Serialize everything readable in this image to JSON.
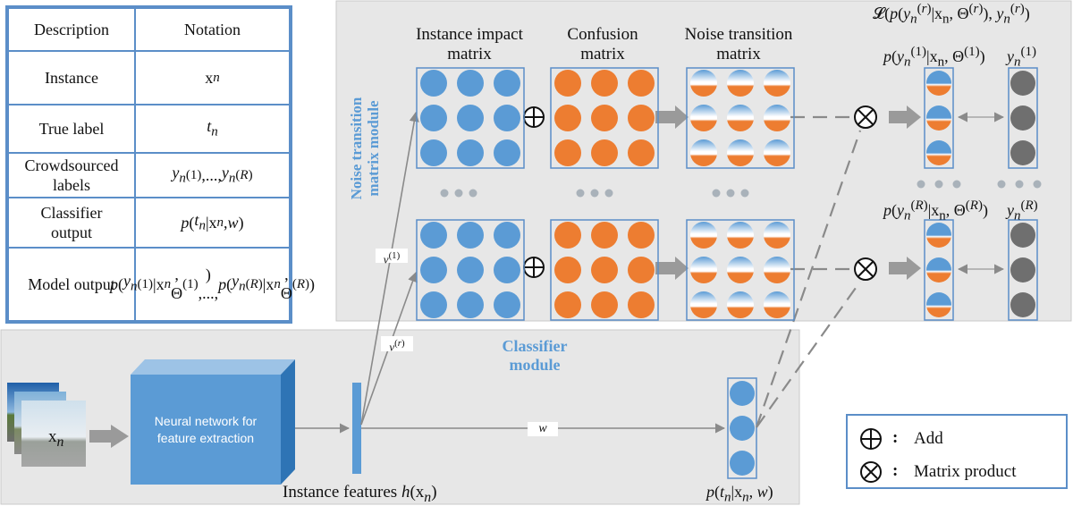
{
  "table": {
    "header": [
      "Description",
      "Notation"
    ],
    "rows": [
      {
        "description": "Instance",
        "notation_html": "x<sub><i>n</i></sub>"
      },
      {
        "description": "True label",
        "notation_html": "<i>t<sub>n</sub></i>"
      },
      {
        "description": "Crowdsourced labels",
        "notation_html": "<i>y<sub>n</sub></i><sup>(1)</sup>,..., <i>y<sub>n</sub></i><sup>(<i>R</i>)</sup>"
      },
      {
        "description": "Classifier output",
        "notation_html": "<i>p</i>(<i>t<sub>n</sub></i>|x<sub><i>n</i></sub>, <i>w</i>)"
      },
      {
        "description": "Model output",
        "notation_html": "<i>p</i>(<i>y<sub>n</sub></i><sup>(1)</sup>|x<sub><i>n</i></sub>, Θ<sup>(1)</sup>)<br>,...,<br><i>p</i>(<i>y<sub>n</sub></i><sup>(<i>R</i>)</sup>|x<sub><i>n</i></sub>, Θ<sup>(<i>R</i>)</sup>)"
      }
    ]
  },
  "noise_module": {
    "label": "Noise transition matrix module",
    "instance_impact_title": "Instance impact matrix",
    "confusion_title": "Confusion matrix",
    "noise_transition_title": "Noise transition matrix",
    "loss_html": "𝓛(<i>p</i>(<i>y<sub>n</sub></i><sup>(<i>r</i>)</sup>|x<sub>n</sub>, Θ<sup>(<i>r</i>)</sup>), <i>y<sub>n</sub></i><sup>(<i>r</i>)</sup>)",
    "p1_html": "<i>p</i>(<i>y<sub>n</sub></i><sup>(1)</sup>|x<sub>n</sub>, Θ<sup>(1)</sup>)",
    "y1_html": "<i>y<sub>n</sub></i><sup>(1)</sup>",
    "pR_html": "<i>p</i>(<i>y<sub>n</sub></i><sup>(<i>R</i>)</sup>|x<sub>n</sub>, Θ<sup>(<i>R</i>)</sup>)",
    "yR_html": "<i>y<sub>n</sub></i><sup>(<i>R</i>)</sup>"
  },
  "classifier_module": {
    "label": "Classifier module",
    "input_html": "x<sub><i>n</i></sub>",
    "nn_label": "Neural network for feature extraction",
    "features_html": "Instance features <i>h</i>(x<sub><i>n</i></sub>)",
    "output_html": "<i>p</i>(<i>t<sub>n</sub></i>|x<sub><i>n</i></sub>, <i>w</i>)",
    "w_html": "<i>w</i>",
    "v1_html": "<i>v</i><sup>(1)</sup>",
    "vr_html": "<i>v</i><sup>(<i>r</i>)</sup>"
  },
  "legend": {
    "add_label": "Add",
    "product_label": "Matrix product",
    "separator": ":"
  },
  "colors": {
    "blue": "#5b9bd5",
    "orange": "#ed7d31",
    "gray": "#6f6f6f",
    "panel": "#e7e7e7",
    "border": "#5b8ec8",
    "cube_front": "#5b9bd5",
    "cube_side": "#2e74b5",
    "cube_top": "#9dc3e6",
    "module_text": "#5b9bd5"
  }
}
